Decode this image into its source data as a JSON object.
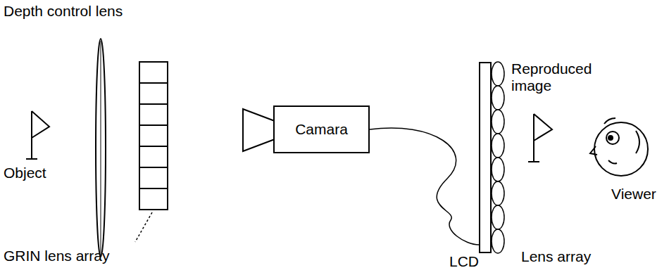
{
  "diagram": {
    "nodes": [
      {
        "text": [
          "Camara"
        ]
      },
      {
        "text": [
          "LCD"
        ]
      }
    ],
    "edges": [
      {
        "from": 0,
        "to": 1,
        "arrow": "none"
      }
    ],
    "labels": [
      "Depth control lens",
      "Object",
      "GRIN lens array",
      "Reproduced image",
      "Lens array",
      "Viewer"
    ]
  }
}
